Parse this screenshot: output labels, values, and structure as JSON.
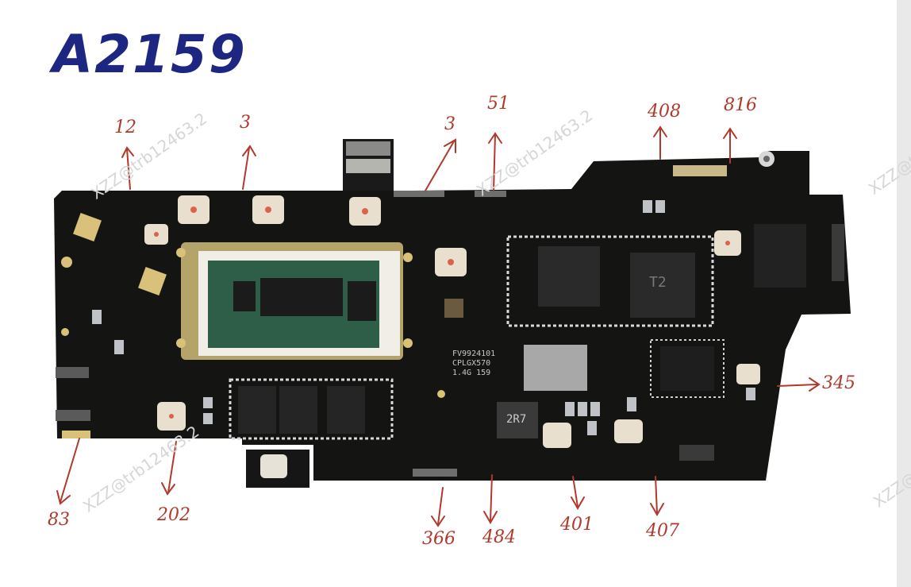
{
  "title": "A2159",
  "watermarks": [
    "XZZ@trb12463.2",
    "XZZ@trb12463.2",
    "XZZ@trb12463.2",
    "XZZ@trb12463.2",
    "XZZ@trb12463.2"
  ],
  "board_text": {
    "line1": "FV9924101",
    "line2": "CPLGX570",
    "line3": "1.4G  159",
    "t2": "T2",
    "inductor": "2R7"
  },
  "labels": {
    "12": "12",
    "3a": "3",
    "3b": "3",
    "51": "51",
    "408": "408",
    "816": "816",
    "345": "345",
    "83": "83",
    "202": "202",
    "366": "366",
    "484": "484",
    "401": "401",
    "407": "407"
  },
  "colors": {
    "annotation": "#b0392b",
    "title": "#1d2680",
    "board": "#141513"
  }
}
